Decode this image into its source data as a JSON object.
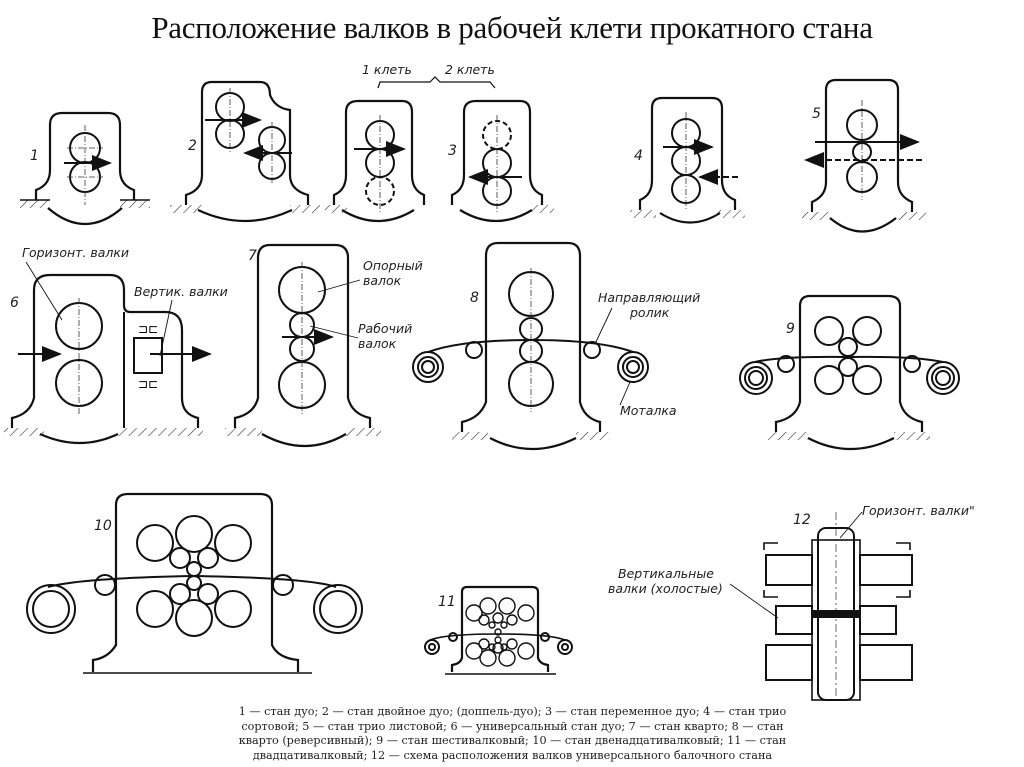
{
  "title": "Расположение валков в рабочей клети прокатного стана",
  "figures": [
    {
      "id": "1",
      "label": "1"
    },
    {
      "id": "2",
      "label": "2"
    },
    {
      "id": "3",
      "label": "3",
      "stand_labels": [
        "1 клеть",
        "2 клеть"
      ]
    },
    {
      "id": "4",
      "label": "4"
    },
    {
      "id": "5",
      "label": "5"
    },
    {
      "id": "6",
      "label": "6",
      "annotations": [
        "Горизонт. валки",
        "Вертик. валки"
      ]
    },
    {
      "id": "7",
      "label": "7",
      "annotations": [
        "Опорный",
        "валок",
        "Рабочий",
        "валок"
      ]
    },
    {
      "id": "8",
      "label": "8",
      "annotations": [
        "Направляющий",
        "ролик",
        "Моталка"
      ]
    },
    {
      "id": "9",
      "label": "9"
    },
    {
      "id": "10",
      "label": "10"
    },
    {
      "id": "11",
      "label": "11"
    },
    {
      "id": "12",
      "label": "12",
      "annotations": [
        "Горизонт. валки\"",
        "Вертикальные",
        "валки (холостые)"
      ]
    }
  ],
  "caption": {
    "lines": [
      "1 — стан дуо; 2 — стан двойное дуо; (доппель-дуо); 3 — стан переменное дуо; 4 — стан трио",
      "сортовой; 5 — стан трио листовой; 6 — универсальный стан дуо; 7 — стан кварто; 8 — стан",
      "кварто (реверсивный); 9 — стан шестивалковый; 10 — стан двенадцативалковый; 11 — стан",
      "двадцативалковый; 12 — схема расположения валков универсального балочного стана"
    ]
  }
}
